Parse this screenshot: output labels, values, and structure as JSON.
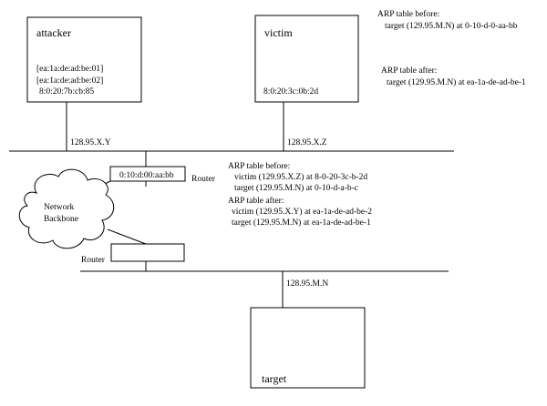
{
  "hosts": {
    "attacker": {
      "name": "attacker",
      "macs": [
        "[ea:1a:de:ad:be:01]",
        "[ea:1a:de:ad:be:02]"
      ],
      "own_mac": "8:0:20:7b:cb:85",
      "ip": "128.95.X.Y"
    },
    "victim": {
      "name": "victim",
      "own_mac": "8:0:20:3c:0b:2d",
      "ip": "128.95.X.Z"
    },
    "target": {
      "name": "target",
      "ip": "128.95.M.N"
    }
  },
  "victim_arp": {
    "before_title": "ARP table before:",
    "before_entry": "target (129.95.M.N) at 0-10-d-0-aa-bb",
    "after_title": "ARP table after:",
    "after_entry": "target (129.95.M.N) at ea-1a-de-ad-be-1"
  },
  "router1": {
    "mac": "0:10:d:00:aa:bb",
    "label": "Router",
    "arp_before_title": "ARP table before:",
    "arp_before_entries": [
      "victim (129.95.X.Z) at 8-0-20-3c-b-2d",
      "target (129.95.M.N) at 0-10-d-a-b-c"
    ],
    "arp_after_title": "ARP table after:",
    "arp_after_entries": [
      "victim (129.95.X.Y) at ea-1a-de-ad-be-2",
      "target (129.95.M.N) at ea-1a-de-ad-be-1"
    ]
  },
  "router2": {
    "label": "Router"
  },
  "cloud": {
    "line1": "Network",
    "line2": "Backbone"
  }
}
